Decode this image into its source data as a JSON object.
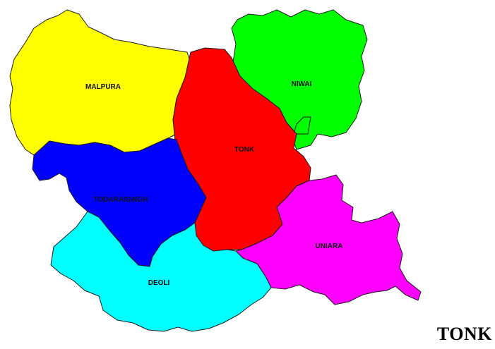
{
  "map": {
    "title": "TONK",
    "regions": [
      {
        "key": "malpura",
        "name": "MALPURA",
        "color": "#ffff00"
      },
      {
        "key": "niwai",
        "name": "NIWAI",
        "color": "#00ff00"
      },
      {
        "key": "tonk",
        "name": "TONK",
        "color": "#ff0000"
      },
      {
        "key": "todaraisingh",
        "name": "TODARAISINGH",
        "color": "#0000ff"
      },
      {
        "key": "uniara",
        "name": "UNIARA",
        "color": "#ff00ff"
      },
      {
        "key": "deoli",
        "name": "DEOLI",
        "color": "#00ffff"
      }
    ]
  }
}
